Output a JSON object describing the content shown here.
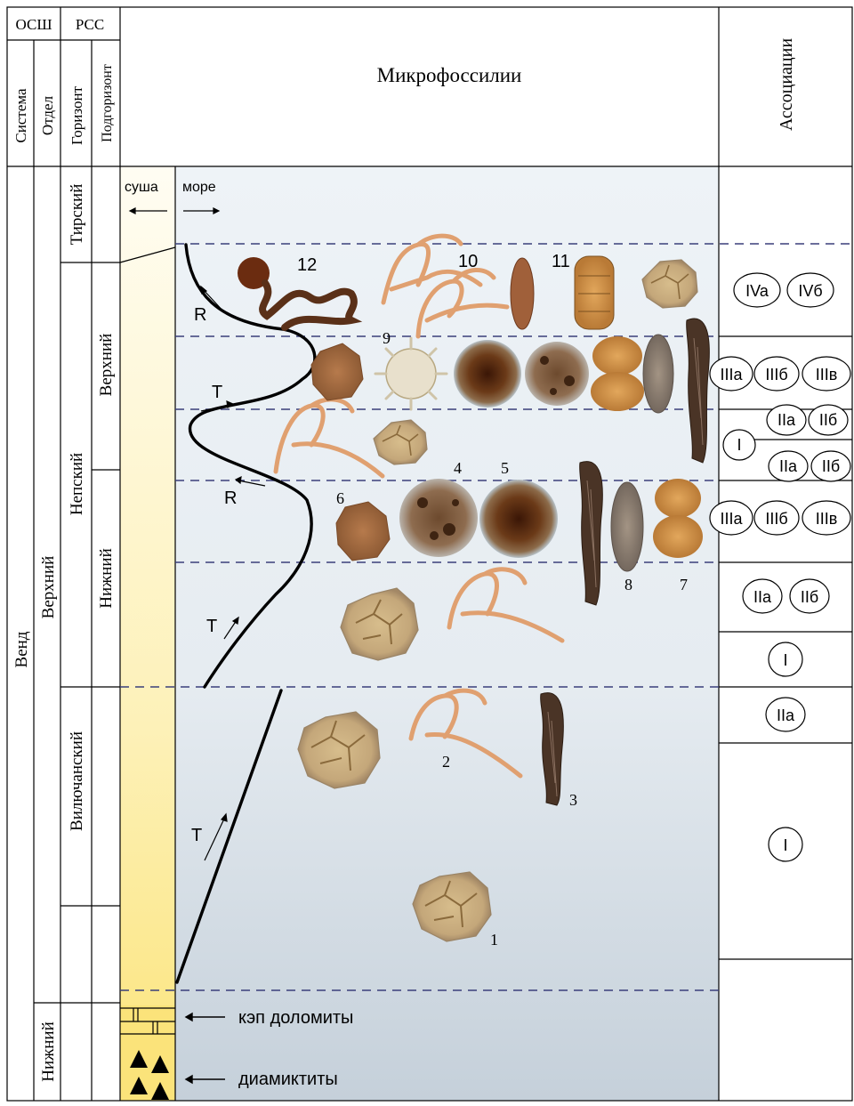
{
  "headers": {
    "osh": "ОСШ",
    "rss": "РСС",
    "system": "Система",
    "division": "Отдел",
    "horizon": "Горизонт",
    "subhorizon": "Подгоризонт",
    "microfossils": "Микрофоссилии",
    "associations": "Ассоциации"
  },
  "stratigraphy": {
    "system": "Венд",
    "divisions": {
      "upper": "Верхний",
      "lower": "Нижний"
    },
    "horizons": {
      "tir": "Тирский",
      "nep": "Непский",
      "vil": "Вилючанский"
    },
    "subhorizons": {
      "upper": "Верхний",
      "lower": "Нижний"
    }
  },
  "facies": {
    "land": "суша",
    "sea": "море",
    "transgression": "T",
    "regression": "R"
  },
  "lithology": {
    "cap_dolomites": "кэп доломиты",
    "diamictites": "диамиктиты"
  },
  "specimen_numbers": [
    "1",
    "2",
    "3",
    "4",
    "5",
    "6",
    "7",
    "8",
    "9",
    "10",
    "11",
    "12"
  ],
  "associations": {
    "IVa": "IVa",
    "IVb": "IVб",
    "IIIa": "IIIa",
    "IIIb": "IIIб",
    "IIIc": "IIIв",
    "IIa": "IIa",
    "IIb": "IIб",
    "I": "I"
  },
  "colors": {
    "line": "#000000",
    "dash": "#3a3f7a",
    "sea_top": "#ffffff",
    "sea_bottom": "#c9d3dc",
    "land_top": "#fffef2",
    "land_bottom": "#fbe47a",
    "acritarch": "#c8a878",
    "filament": "#e0a070",
    "dark_sphere": "#5a2c12",
    "tube": "#4a3426"
  }
}
